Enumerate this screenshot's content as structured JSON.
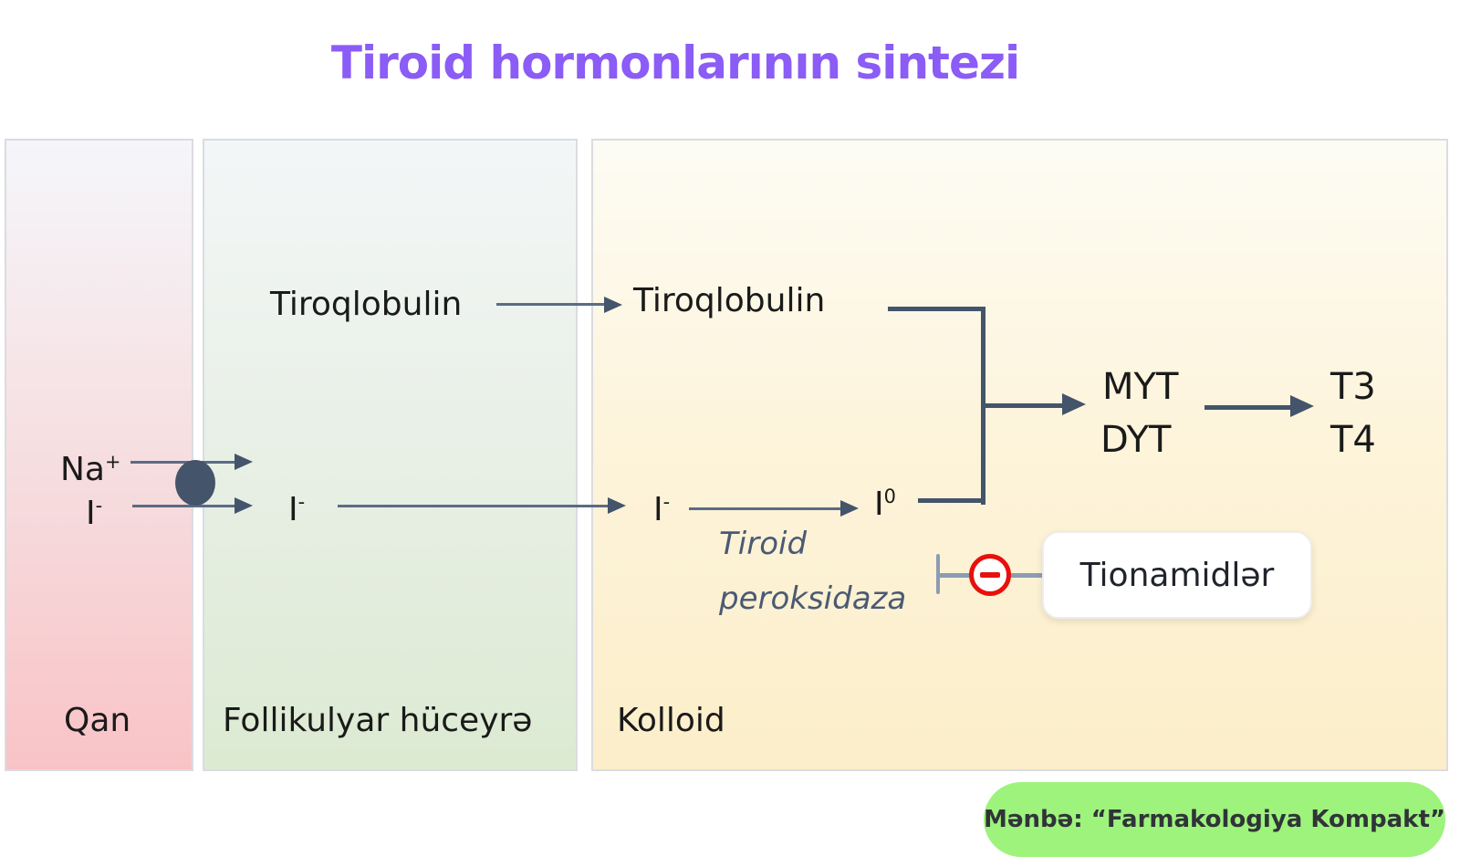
{
  "title": {
    "text": "Tiroid hormonlarının sintezi",
    "color": "#8B5CF6"
  },
  "panels": {
    "blood": {
      "label": "Qan",
      "gradient_top": "#F5F6FA",
      "gradient_bottom": "#F9C3C6"
    },
    "follicular": {
      "label": "Follikulyar hüceyrə",
      "gradient_top": "#F3F6F7",
      "gradient_bottom": "#DCEAD2"
    },
    "colloid": {
      "label": "Kolloid",
      "gradient_top": "#FDFCF4",
      "gradient_bottom": "#FCEEC9"
    }
  },
  "nodes": {
    "na": {
      "base": "Na",
      "sup": "+"
    },
    "iodide_blood": {
      "base": "I",
      "sup": "-"
    },
    "iodide_cell": {
      "base": "I",
      "sup": "-"
    },
    "tiroglobulin_cell": {
      "label": "Tiroqlobulin"
    },
    "tiroglobulin_colloid": {
      "label": "Tiroqlobulin"
    },
    "iodide_colloid": {
      "base": "I",
      "sup": "-"
    },
    "iodine_oxidized": {
      "base": "I",
      "sup": "0"
    },
    "myt": {
      "label": "MYT"
    },
    "dyt": {
      "label": "DYT"
    },
    "t3": {
      "label": "T3"
    },
    "t4": {
      "label": "T4"
    }
  },
  "enzyme": {
    "line1": "Tiroid",
    "line2": "peroksidaza",
    "color": "#4A5A74"
  },
  "inhibitor": {
    "label": "Tionamidlər",
    "symbol": "minus-circle",
    "symbol_color": "#E8100C"
  },
  "source": {
    "label": "Mənbə: “Farmakologiya Kompakt”",
    "bg": "#9DF37C",
    "text_color": "#303438"
  },
  "colors": {
    "line": "#5B6B85",
    "line_dark": "#44546A",
    "inhibit_line": "#8C9CB4",
    "panel_border": "#DADCE1",
    "node_text": "#1A1A1A",
    "transporter_dot": "#44546A"
  }
}
